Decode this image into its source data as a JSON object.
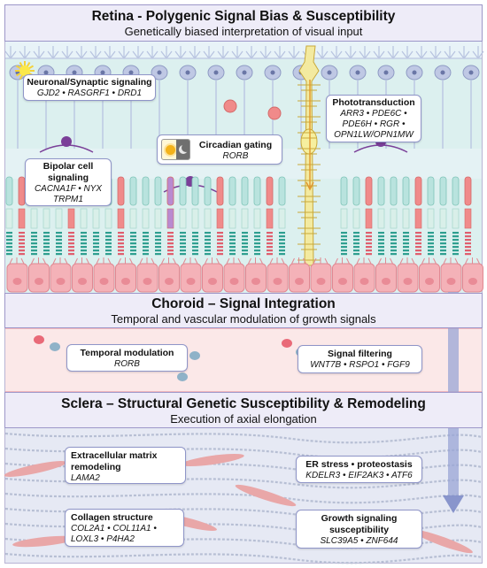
{
  "retina": {
    "title": "Retina - Polygenic Signal Bias & Susceptibility",
    "subtitle": "Genetically biased interpretation of visual input",
    "boxes": {
      "neuronal": {
        "title": "Neuronal/Synaptic signaling",
        "genes": "GJD2 • RASGRF1 • DRD1"
      },
      "phototransduction": {
        "title": "Phototransduction",
        "genes_1": "ARR3 • PDE6C •",
        "genes_2": "PDE6H • RGR •",
        "genes_3": "OPN1LW/OPN1MW"
      },
      "circadian": {
        "title": "Circadian gating",
        "genes": "RORB"
      },
      "bipolar": {
        "title_1": "Bipolar cell",
        "title_2": "signaling",
        "genes_1": "CACNA1F • NYX",
        "genes_2": "TRPM1"
      }
    }
  },
  "choroid": {
    "title": "Choroid – Signal Integration",
    "subtitle": "Temporal and vascular modulation of growth signals",
    "boxes": {
      "temporal": {
        "title": "Temporal modulation",
        "genes": "RORB"
      },
      "filtering": {
        "title": "Signal filtering",
        "genes": "WNT7B • RSPO1 • FGF9"
      }
    }
  },
  "sclera": {
    "title": "Sclera – Structural Genetic Susceptibility & Remodeling",
    "subtitle": "Execution of axial elongation",
    "boxes": {
      "ecm": {
        "title_1": "Extracellular matrix",
        "title_2": "remodeling",
        "genes": "LAMA2"
      },
      "er": {
        "title": "ER stress • proteostasis",
        "genes": "KDELR3 • EIF2AK3 • ATF6"
      },
      "collagen": {
        "title": "Collagen structure",
        "genes_1": "COL2A1 • COL11A1 •",
        "genes_2": "LOXL3 • P4HA2"
      },
      "growth": {
        "title_1": "Growth signaling",
        "title_2": "susceptibility",
        "genes": "SLC39A5 • ZNF644"
      }
    }
  },
  "colors": {
    "retina_bg": "#dcf0ef",
    "choroid_bg": "#fbe8e8",
    "sclera_bg": "#e6e9f4",
    "header_bg": "#eeecf8",
    "header_border": "#9d97c9",
    "rod": "#b9e3de",
    "rod_stripe": "#2f9f90",
    "cone_pink": "#f08a8a",
    "cone_purple": "#b98ad0",
    "bipolar_purple": "#7a3f98",
    "ganglion": "#bfc8e4",
    "muller": "#f3eaa0",
    "muller_line": "#c9a93a",
    "rpe": "#f4b2b8",
    "rpe_border": "#e18892",
    "arrow": "#9aa6d6",
    "fibroblast": "#e9a7a8",
    "fiber": "#b7bfd4"
  }
}
